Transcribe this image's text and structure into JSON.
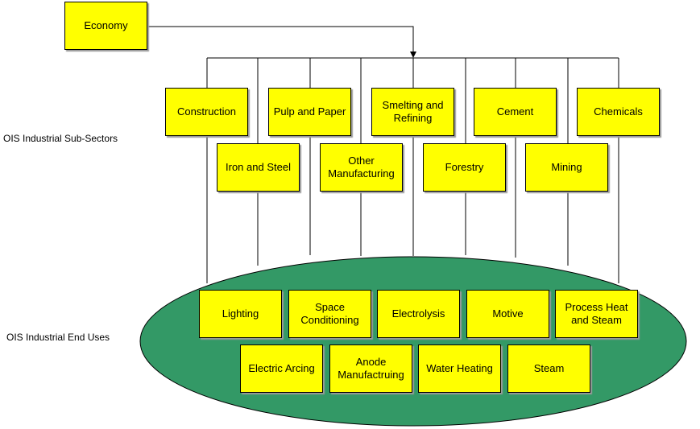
{
  "diagram": {
    "top_node": "Economy",
    "labels": {
      "sub_sectors": "OIS Industrial Sub-Sectors",
      "end_uses": "OIS Industrial End Uses"
    },
    "sub_sectors": [
      "Construction",
      "Iron and Steel",
      "Pulp and Paper",
      "Other Manufacturing",
      "Smelting and Refining",
      "Forestry",
      "Cement",
      "Mining",
      "Chemicals"
    ],
    "end_uses": [
      "Lighting",
      "Space Conditioning",
      "Electrolysis",
      "Motive",
      "Process Heat and Steam",
      "Electric Arcing",
      "Anode Manufactruing",
      "Water Heating",
      "Steam"
    ],
    "colors": {
      "box_fill": "#ffff00",
      "ellipse_fill": "#339966",
      "line": "#000000"
    }
  }
}
